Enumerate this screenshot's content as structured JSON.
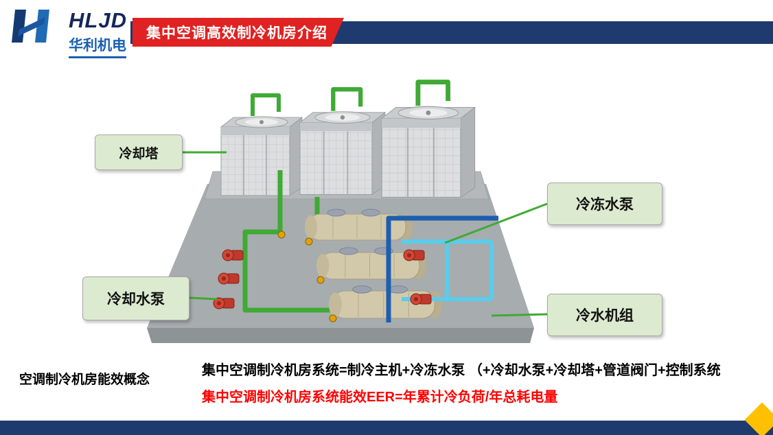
{
  "header": {
    "logo_text": "HLJD",
    "logo_subtext": "华利机电",
    "title": "集中空调高效制冷机房介绍"
  },
  "diagram": {
    "labels": {
      "cooling_tower": "冷却塔",
      "chilled_water_pump": "冷冻水泵",
      "cooling_water_pump": "冷却水泵",
      "chiller_unit": "冷水机组"
    }
  },
  "notes": {
    "heading": "空调制冷机房能效概念",
    "formula_line1": "集中空调制冷机房系统=制冷主机+冷冻水泵 （+冷却水泵+冷却塔+管道阀门+控制系统",
    "formula_line2": "集中空调制冷机房系统能效EER=年累计冷负荷/年总耗电量"
  },
  "icons": {
    "logo": "hljd-h-mark",
    "footer_decor": "yellow-diamond"
  },
  "colors": {
    "navy": "#1e3a6e",
    "ribbon_red": "#e02222",
    "label_green_fill": "#dcead0",
    "pipe_green": "#3faa35",
    "pipe_dark_blue": "#1d5fae",
    "pipe_cyan": "#58cdec",
    "formula_red": "#ff0000",
    "diamond_yellow": "#ffc000",
    "logo_blue": "#1a5fb0"
  }
}
